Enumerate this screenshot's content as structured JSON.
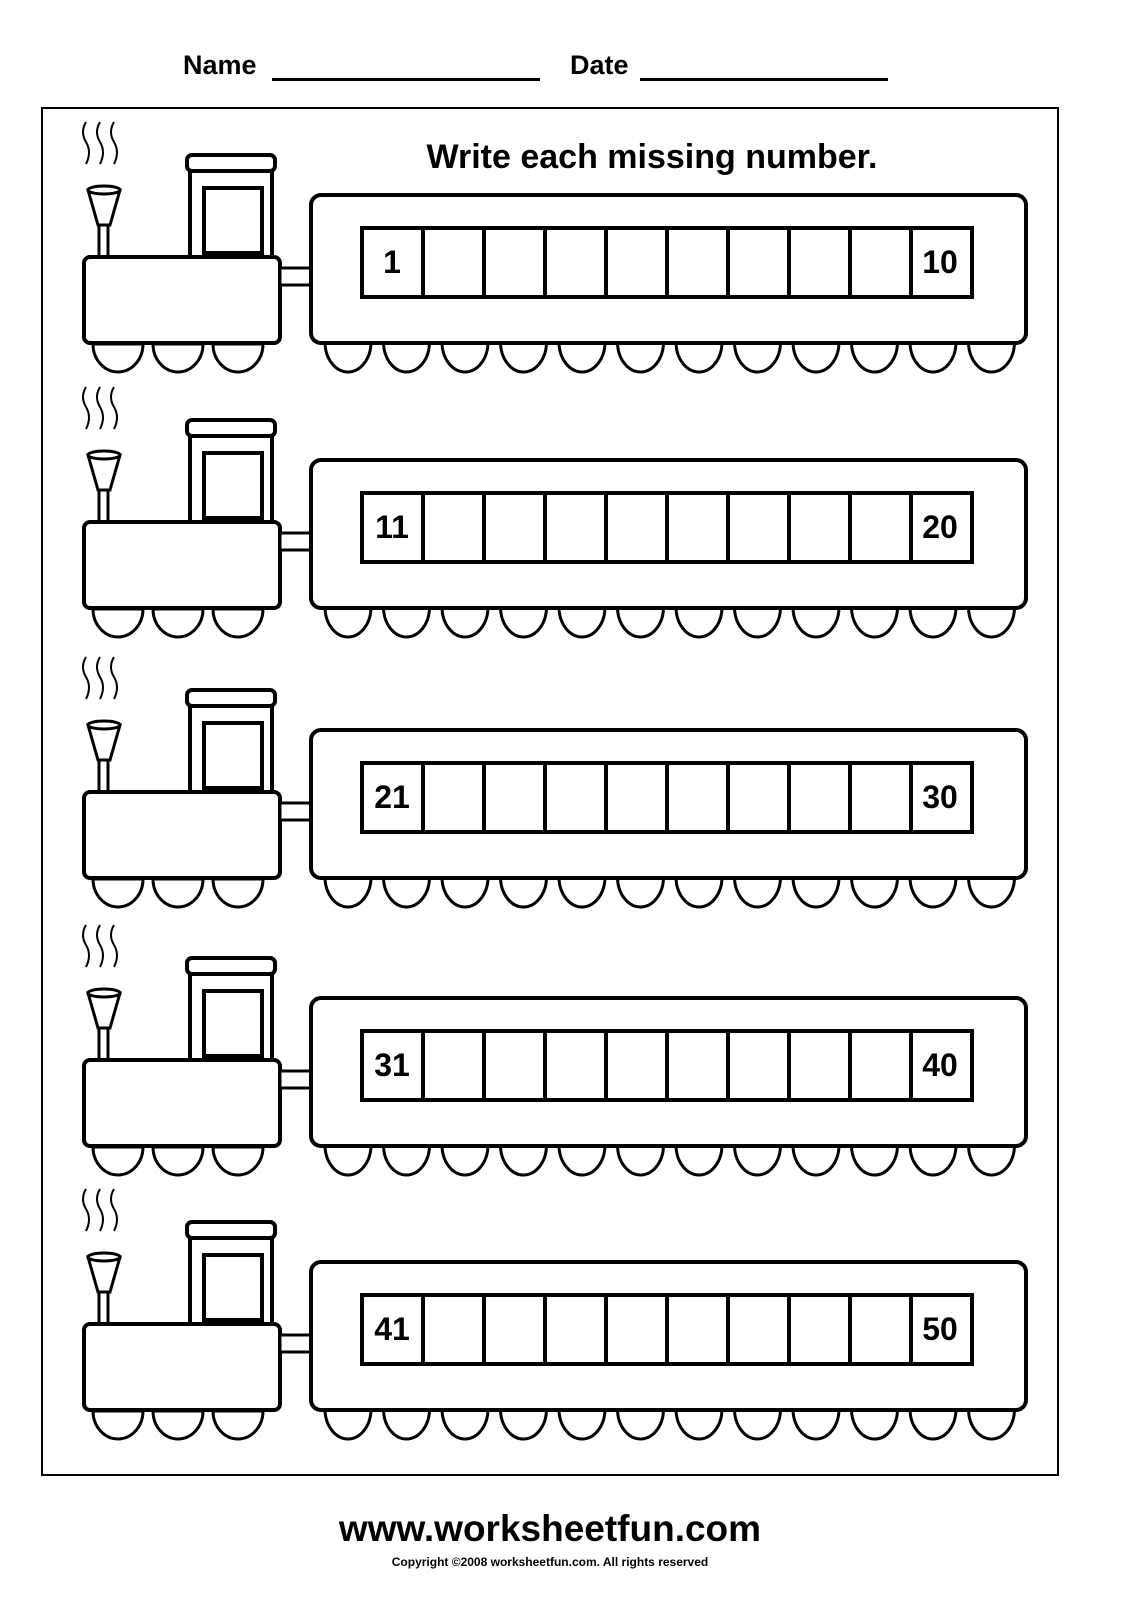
{
  "header": {
    "name_label": "Name",
    "date_label": "Date"
  },
  "title": "Write each missing number.",
  "trains": [
    {
      "start": "1",
      "end": "10"
    },
    {
      "start": "11",
      "end": "20"
    },
    {
      "start": "21",
      "end": "30"
    },
    {
      "start": "31",
      "end": "40"
    },
    {
      "start": "41",
      "end": "50"
    }
  ],
  "footer": {
    "site": "www.worksheetfun.com",
    "copyright": "Copyright ©2008 worksheetfun.com. All rights reserved"
  },
  "colors": {
    "ink": "#000000",
    "paper": "#ffffff"
  }
}
